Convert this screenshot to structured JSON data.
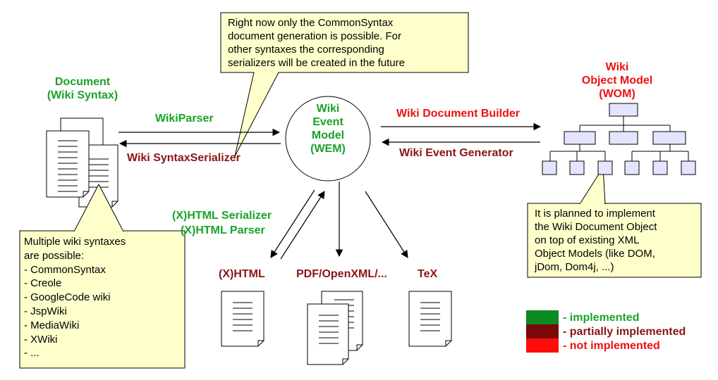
{
  "document": {
    "title_line1": "Document",
    "title_line2": "(Wiki Syntax)"
  },
  "arrows": {
    "wiki_parser": "WikiParser",
    "syntax_serializer": "Wiki SyntaxSerializer",
    "document_builder": "Wiki Document Builder",
    "event_generator": "Wiki Event Generator",
    "xhtml_serializer": "(X)HTML Serializer",
    "xhtml_parser": "(X)HTML Parser"
  },
  "wem": {
    "line1": "Wiki",
    "line2": "Event",
    "line3": "Model",
    "line4": "(WEM)"
  },
  "wom": {
    "line1": "Wiki",
    "line2": "Object Model",
    "line3": "(WOM)"
  },
  "outputs": {
    "xhtml": "(X)HTML",
    "pdf": "PDF/OpenXML/...",
    "tex": "TeX"
  },
  "callout_top": {
    "lines": [
      "Right now only the CommonSyntax",
      "document generation is possible. For",
      "other syntaxes the corresponding",
      "serializers will be created in the  future"
    ]
  },
  "callout_left": {
    "lines": [
      "Multiple  wiki syntaxes",
      "are possible:",
      "- CommonSyntax",
      "- Creole",
      "- GoogleCode wiki",
      "- JspWiki",
      "- MediaWiki",
      "- XWiki",
      "- ..."
    ]
  },
  "callout_right": {
    "lines": [
      "It is planned to implement",
      "the Wiki Document Object",
      "on top of  existing XML",
      "Object Models (like DOM,",
      "jDom, Dom4j, ...)"
    ]
  },
  "legend": {
    "implemented": "- implemented",
    "partially": "- partially implemented",
    "not_implemented": "- not implemented"
  },
  "colors": {
    "green": "#1aa32a",
    "dark_red": "#8b1515",
    "red": "#ee1111",
    "callout_fill": "#ffffcc",
    "node_fill": "#e4e4ff",
    "legend_green": "#0b8a22",
    "legend_dark_red": "#7a0808",
    "legend_red": "#ff0d0d"
  }
}
